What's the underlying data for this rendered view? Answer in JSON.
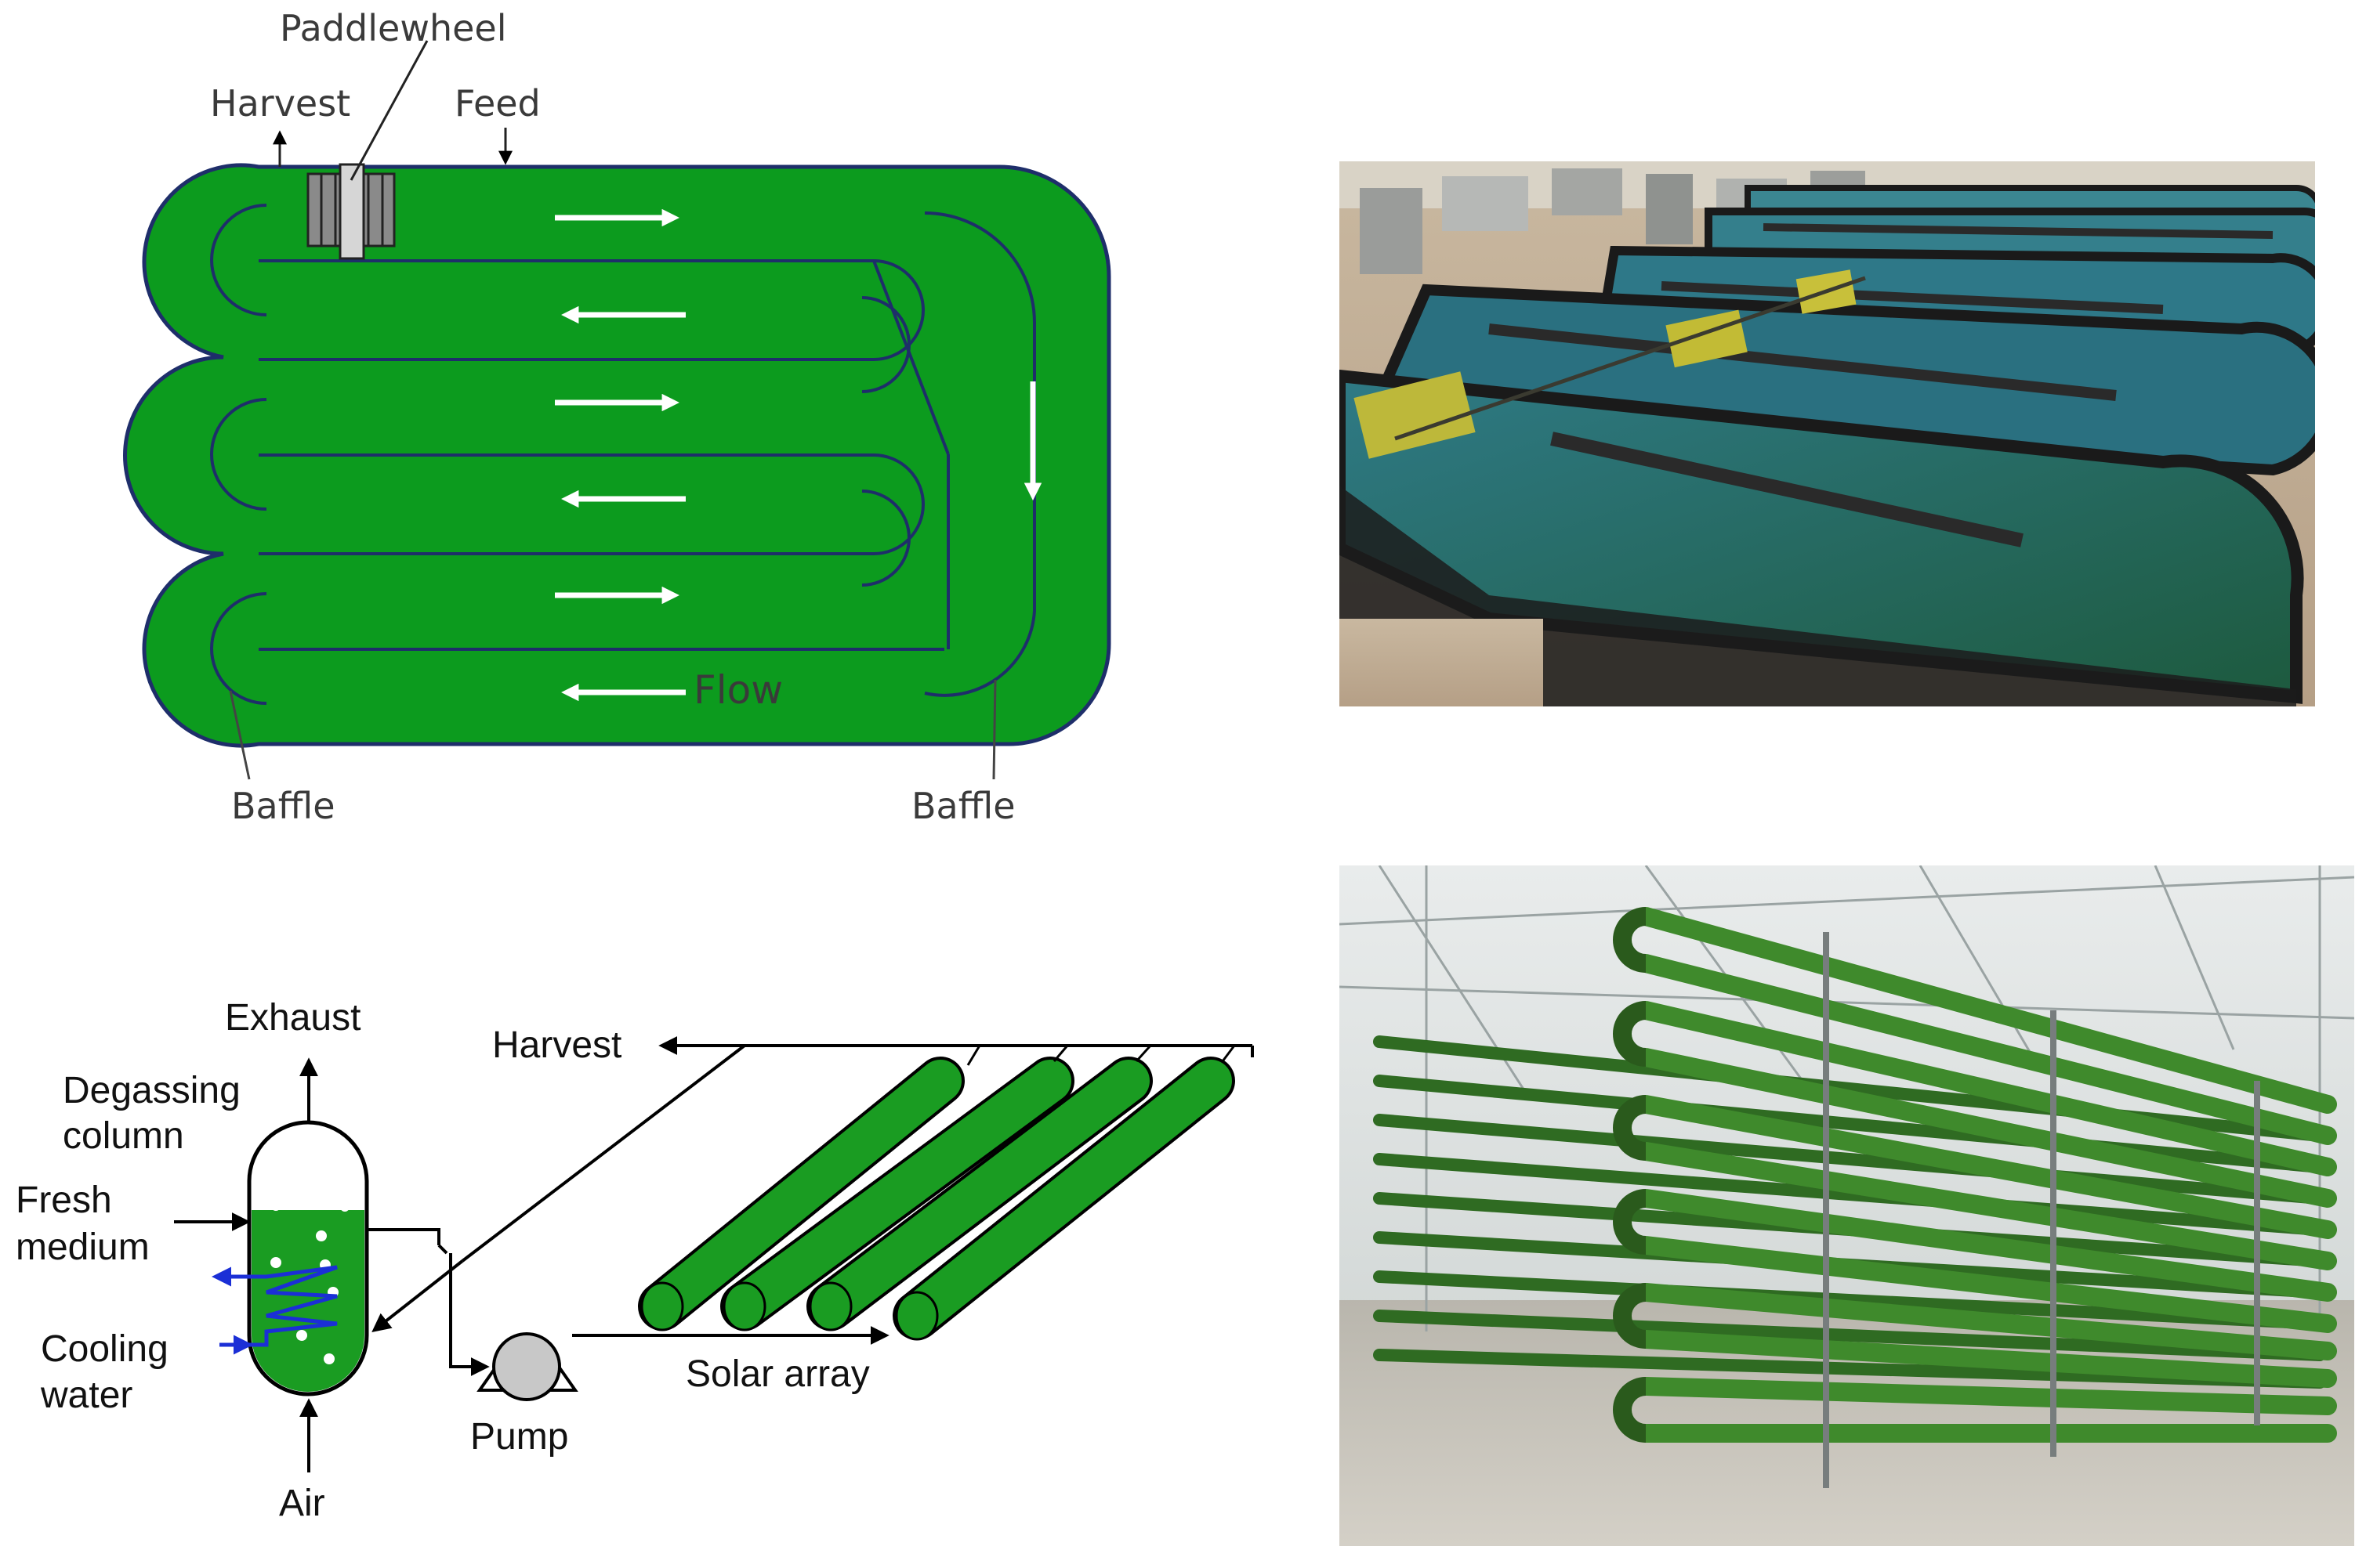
{
  "raceway": {
    "labels": {
      "paddlewheel": "Paddlewheel",
      "harvest": "Harvest",
      "feed": "Feed",
      "flow": "Flow",
      "baffle_left": "Baffle",
      "baffle_right": "Baffle"
    },
    "colors": {
      "pond": "#0c9b1e",
      "outline": "#1e2e6a",
      "arrow": "#ffffff",
      "flow_text": "#1f3fae"
    }
  },
  "tubular": {
    "labels": {
      "exhaust": "Exhaust",
      "degassing_line1": "Degassing",
      "degassing_line2": "column",
      "fresh_line1": "Fresh",
      "fresh_line2": "medium",
      "cooling_line1": "Cooling",
      "cooling_line2": "water",
      "air": "Air",
      "harvest": "Harvest",
      "pump": "Pump",
      "solar_array": "Solar array"
    },
    "colors": {
      "tube": "#1a9c22",
      "coil": "#1b2fd6",
      "line": "#000000",
      "pump": "#c8c8c8"
    }
  },
  "photos": {
    "raceway_photo": "raceway-ponds-photo",
    "tubular_photo": "tubular-photobioreactor-photo"
  }
}
